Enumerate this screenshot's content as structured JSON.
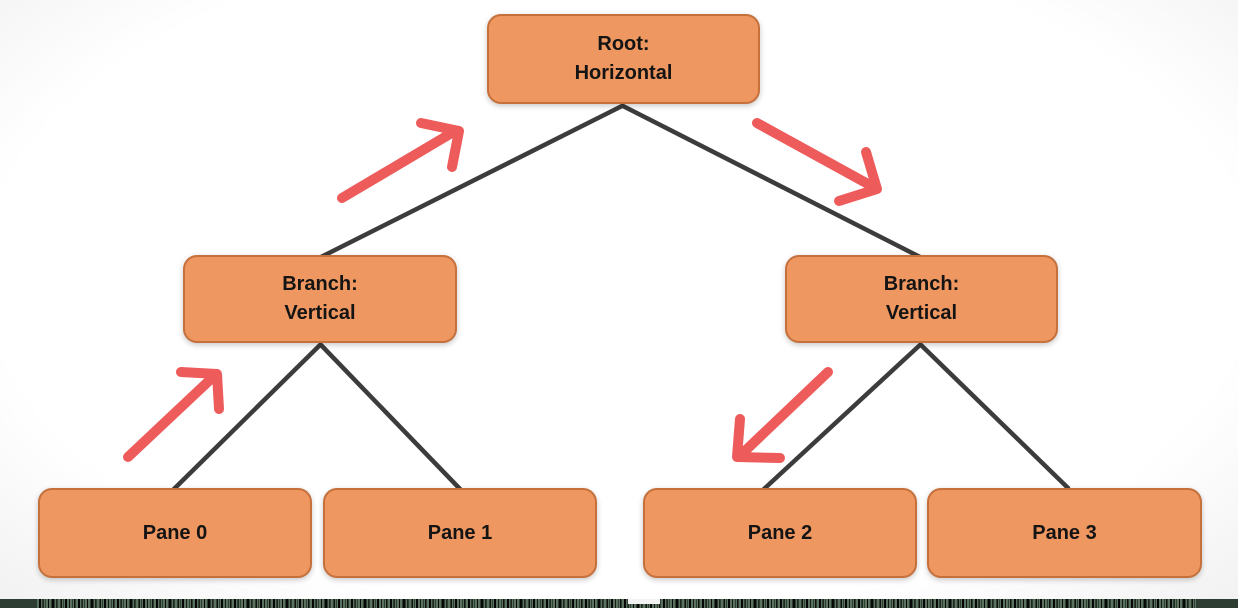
{
  "diagram": {
    "description": "Binary split tree of tiled panes",
    "nodes": [
      {
        "id": "root",
        "label": "Root:\nHorizontal"
      },
      {
        "id": "branch-left",
        "label": "Branch:\nVertical"
      },
      {
        "id": "branch-right",
        "label": "Branch:\nVertical"
      },
      {
        "id": "pane-0",
        "label": "Pane 0"
      },
      {
        "id": "pane-1",
        "label": "Pane 1"
      },
      {
        "id": "pane-2",
        "label": "Pane 2"
      },
      {
        "id": "pane-3",
        "label": "Pane 3"
      }
    ],
    "edges": [
      {
        "from": "root",
        "to": "branch-left"
      },
      {
        "from": "root",
        "to": "branch-right"
      },
      {
        "from": "branch-left",
        "to": "pane-0"
      },
      {
        "from": "branch-left",
        "to": "pane-1"
      },
      {
        "from": "branch-right",
        "to": "pane-2"
      },
      {
        "from": "branch-right",
        "to": "pane-3"
      }
    ],
    "arrows": [
      {
        "name": "arrow-branch-left-to-root",
        "direction": "up-right"
      },
      {
        "name": "arrow-root-to-branch-right",
        "direction": "down-right"
      },
      {
        "name": "arrow-pane-0-to-branch-left",
        "direction": "up-right"
      },
      {
        "name": "arrow-branch-right-to-pane-2",
        "direction": "down-left"
      }
    ]
  },
  "colors": {
    "node_fill": "#EF9760",
    "node_border": "#C6703C",
    "line": "#3C3C3C",
    "arrow": "#EE5B5B",
    "noise_strip": "#4D6652"
  }
}
